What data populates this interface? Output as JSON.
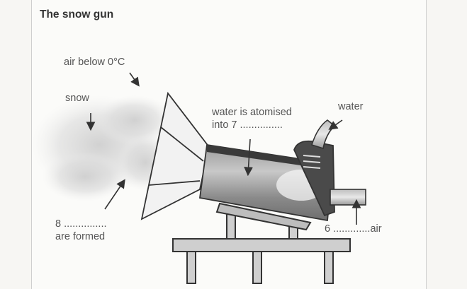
{
  "title": "The snow gun",
  "labels": {
    "air_below": "air below 0°C",
    "snow": "snow",
    "atomised_1": "water is atomised",
    "atomised_2": "into 7 ...............",
    "water": "water",
    "q8_number": "8 ...............",
    "q8_text": "are formed",
    "q6": "6 .............air"
  },
  "colors": {
    "ink": "#333333",
    "machine_light": "#d8d8d8",
    "machine_dark": "#555555",
    "snow_cloud": "#d4d4d4"
  }
}
